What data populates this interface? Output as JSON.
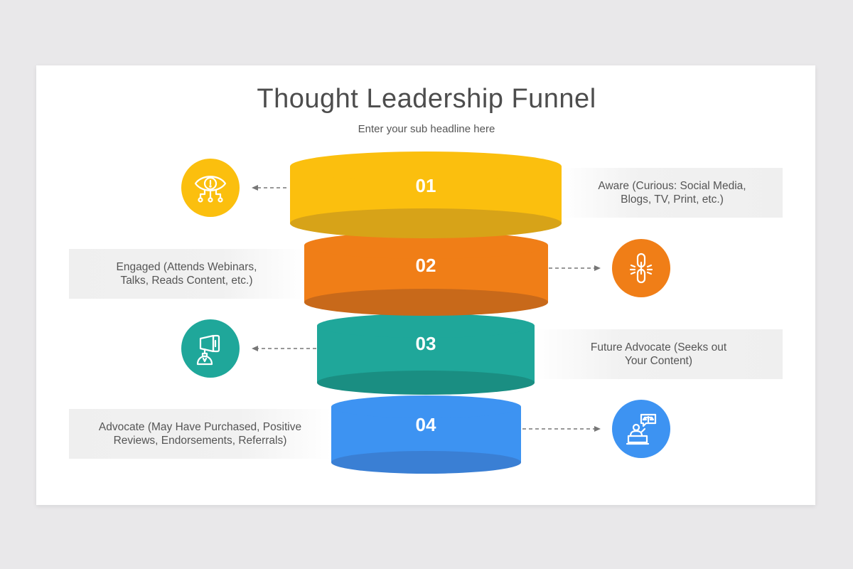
{
  "title": "Thought Leadership Funnel",
  "subtitle": "Enter your sub headline here",
  "stages": [
    {
      "number": "01",
      "text_lines": [
        "Aware (Curious: Social Media,",
        "Blogs, TV, Print, etc.)"
      ],
      "color": "#fbbf0e",
      "icon": "eye-icon"
    },
    {
      "number": "02",
      "text_lines": [
        "Engaged (Attends Webinars,",
        "Talks, Reads Content, etc.)"
      ],
      "color": "#f07e17",
      "icon": "chain-link-icon"
    },
    {
      "number": "03",
      "text_lines": [
        "Future Advocate (Seeks out",
        "Your Content)"
      ],
      "color": "#1fa79a",
      "icon": "megaphone-robot-icon"
    },
    {
      "number": "04",
      "text_lines": [
        "Advocate (May Have Purchased, Positive",
        "Reviews, Endorsements, Referrals)"
      ],
      "color": "#3d93f2",
      "icon": "speaker-podium-icon"
    }
  ]
}
